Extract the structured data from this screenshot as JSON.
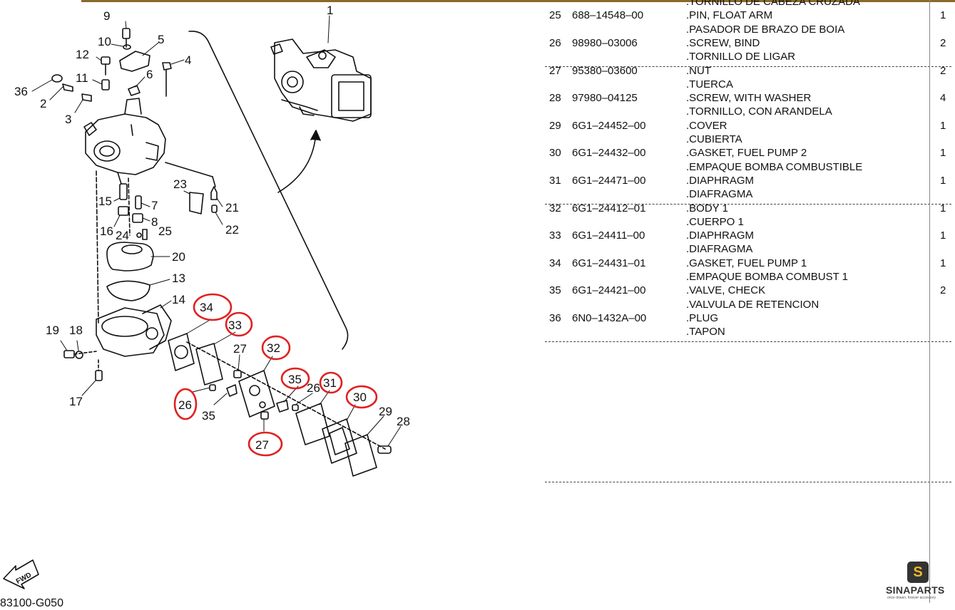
{
  "diagram": {
    "callouts": [
      "9",
      "10",
      "5",
      "12",
      "4",
      "11",
      "6",
      "36",
      "2",
      "3",
      "1",
      "23",
      "21",
      "22",
      "15",
      "7",
      "8",
      "16",
      "24",
      "25",
      "20",
      "13",
      "14",
      "19",
      "18",
      "17",
      "34",
      "33",
      "32",
      "27",
      "35",
      "31",
      "26",
      "30",
      "29",
      "28",
      "26",
      "35",
      "27"
    ],
    "fwd_label": "FWD"
  },
  "page_code": "83100-G050",
  "parts": [
    {
      "no": "",
      "part": "",
      "desc": ".TORNILLO DE CABEZA CRUZADA",
      "qty": ""
    },
    {
      "no": "25",
      "part": "688–14548–00",
      "desc": ".PIN, FLOAT ARM",
      "qty": "1"
    },
    {
      "no": "",
      "part": "",
      "desc": ".PASADOR DE BRAZO DE BOIA",
      "qty": ""
    },
    {
      "no": "26",
      "part": "98980–03006",
      "desc": ".SCREW, BIND",
      "qty": "2"
    },
    {
      "no": "",
      "part": "",
      "desc": ".TORNILLO  DE LIGAR",
      "qty": ""
    },
    {
      "no": "27",
      "part": "95380–03600",
      "desc": ".NUT",
      "qty": "2"
    },
    {
      "no": "",
      "part": "",
      "desc": ".TUERCA",
      "qty": ""
    },
    {
      "no": "28",
      "part": "97980–04125",
      "desc": ".SCREW, WITH WASHER",
      "qty": "4"
    },
    {
      "no": "",
      "part": "",
      "desc": ".TORNILLO, CON ARANDELA",
      "qty": ""
    },
    {
      "no": "29",
      "part": "6G1–24452–00",
      "desc": ".COVER",
      "qty": "1"
    },
    {
      "no": "",
      "part": "",
      "desc": ".CUBIERTA",
      "qty": ""
    },
    {
      "no": "30",
      "part": "6G1–24432–00",
      "desc": ".GASKET, FUEL PUMP 2",
      "qty": "1"
    },
    {
      "no": "",
      "part": "",
      "desc": ".EMPAQUE BOMBA COMBUSTIBLE",
      "qty": ""
    },
    {
      "no": "31",
      "part": "6G1–24471–00",
      "desc": ".DIAPHRAGM",
      "qty": "1"
    },
    {
      "no": "",
      "part": "",
      "desc": ".DIAFRAGMA",
      "qty": ""
    },
    {
      "no": "32",
      "part": "6G1–24412–01",
      "desc": ".BODY 1",
      "qty": "1"
    },
    {
      "no": "",
      "part": "",
      "desc": ".CUERPO 1",
      "qty": ""
    },
    {
      "no": "33",
      "part": "6G1–24411–00",
      "desc": ".DIAPHRAGM",
      "qty": "1"
    },
    {
      "no": "",
      "part": "",
      "desc": ".DIAFRAGMA",
      "qty": ""
    },
    {
      "no": "34",
      "part": "6G1–24431–01",
      "desc": ".GASKET, FUEL PUMP 1",
      "qty": "1"
    },
    {
      "no": "",
      "part": "",
      "desc": ".EMPAQUE BOMBA COMBUST 1",
      "qty": ""
    },
    {
      "no": "35",
      "part": "6G1–24421–00",
      "desc": ".VALVE, CHECK",
      "qty": "2"
    },
    {
      "no": "",
      "part": "",
      "desc": ".VALVULA DE RETENCION",
      "qty": ""
    },
    {
      "no": "36",
      "part": "6N0–1432A–00",
      "desc": ".PLUG",
      "qty": ""
    },
    {
      "no": "",
      "part": "",
      "desc": ".TAPON",
      "qty": ""
    }
  ],
  "logo": {
    "icon_letter": "S",
    "name": "SINAPARTS",
    "tagline": "once drawn, forever accessory"
  },
  "colors": {
    "highlight_circle": "#e02020",
    "top_rule": "#8a6a2a"
  }
}
